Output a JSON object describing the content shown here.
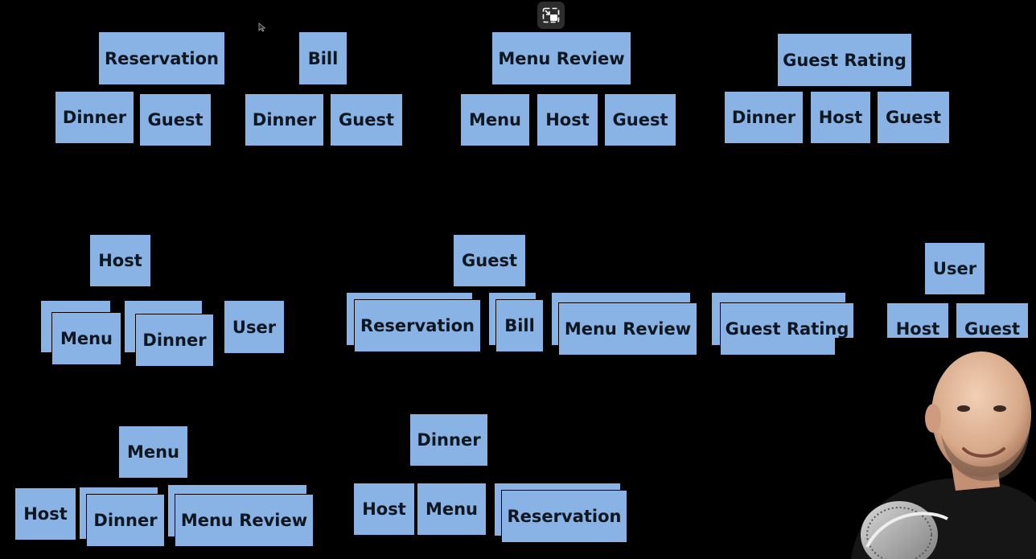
{
  "accent_color": "#89b3e4",
  "background_color": "#000000",
  "pip_icon": "picture-in-picture-exit-icon",
  "cursor_icon": "mouse-pointer-icon",
  "top_row": {
    "reservation": {
      "title": "Reservation",
      "children": [
        "Dinner",
        "Guest"
      ]
    },
    "bill": {
      "title": "Bill",
      "children": [
        "Dinner",
        "Guest"
      ]
    },
    "menu_review": {
      "title": "Menu Review",
      "children": [
        "Menu",
        "Host",
        "Guest"
      ]
    },
    "guest_rating": {
      "title": "Guest Rating",
      "children": [
        "Dinner",
        "Host",
        "Guest"
      ]
    }
  },
  "middle_row": {
    "host": {
      "title": "Host",
      "children": [
        "Menu",
        "Dinner",
        "User"
      ]
    },
    "guest": {
      "title": "Guest",
      "children": [
        "Reservation",
        "Bill",
        "Menu Review",
        "Guest Rating"
      ]
    },
    "user": {
      "title": "User",
      "children": [
        "Host",
        "Guest"
      ]
    }
  },
  "bottom_row": {
    "menu": {
      "title": "Menu",
      "children": [
        "Host",
        "Dinner",
        "Menu Review"
      ]
    },
    "dinner": {
      "title": "Dinner",
      "children": [
        "Host",
        "Menu",
        "Reservation"
      ]
    }
  }
}
